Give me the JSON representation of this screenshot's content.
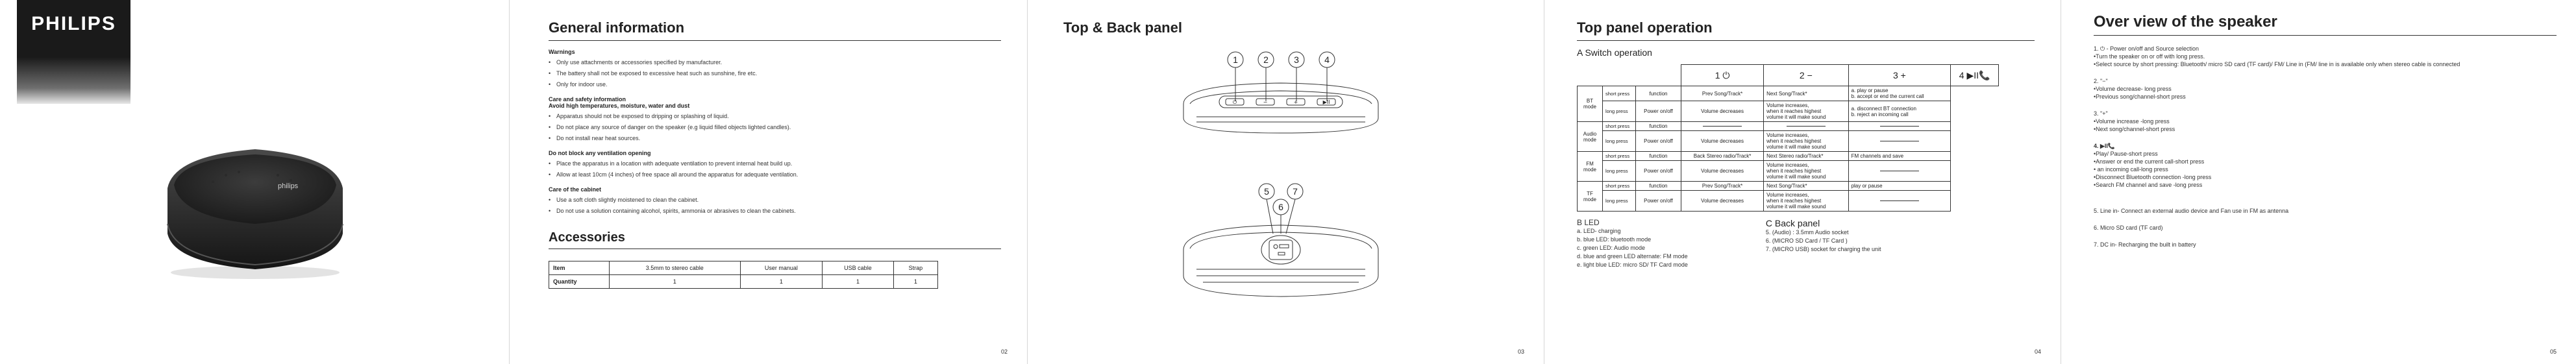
{
  "cover": {
    "brand": "PHILIPS",
    "emblem_text": "philips"
  },
  "p02": {
    "title": "General information",
    "sections": [
      {
        "heading": "Warnings",
        "items": [
          "Only use attachments or accessories specified by manufacturer.",
          "The battery shall not be exposed to excessive heat such as sunshine, fire etc.",
          "Only for indoor use."
        ]
      },
      {
        "heading": "Care and safety information\nAvoid high temperatures, moisture, water and dust",
        "items": [
          "Apparatus should not be exposed to dripping or splashing of liquid.",
          "Do not place any source of danger on the speaker (e.g liquid filled objects lighted candles).",
          "Do not install near heat sources."
        ]
      },
      {
        "heading": "Do not block any ventilation opening",
        "items": [
          "Place the apparatus in a location with adequate ventilation to prevent internal heat build up.",
          "Allow at least 10cm (4 inches) of free space all around the apparatus for adequate ventilation."
        ]
      },
      {
        "heading": "Care of the cabinet",
        "items": [
          "Use a soft cloth slightly moistened to clean the cabinet.",
          "Do not use a solution containing alcohol, spirits, ammonia or abrasives to clean the cabinets."
        ]
      }
    ],
    "accessories": {
      "title": "Accessories",
      "row_item_label": "Item",
      "row_qty_label": "Quantity",
      "items": [
        "3.5mm to stereo cable",
        "User manual",
        "USB cable",
        "Strap"
      ],
      "qty": [
        "1",
        "1",
        "1",
        "1"
      ]
    },
    "page_no": "02"
  },
  "p03": {
    "title": "Top & Back panel",
    "callouts_top": [
      "1",
      "2",
      "3",
      "4"
    ],
    "callouts_back": [
      "5",
      "6",
      "7"
    ],
    "page_no": "03"
  },
  "p04": {
    "title": "Top panel operation",
    "subtitle": "A  Switch operation",
    "headers": [
      "1 ⏻",
      "2 −",
      "3 +",
      "4 ▶II📞"
    ],
    "rows": [
      {
        "mode": "BT mode",
        "short": [
          "short press",
          "function",
          "Prev Song/Track*",
          "Next Song/Track*",
          "a. play or pause\nb. accept or end the current call"
        ],
        "long": [
          "long press",
          "Power on/off",
          "Volume decreases",
          "Volume increases,\nwhen it reaches highest\nvolume it will make sound",
          "a. disconnect BT connection\nb. reject an incoming call"
        ]
      },
      {
        "mode": "Audio mode",
        "short": [
          "short press",
          "function",
          "",
          "",
          ""
        ],
        "long": [
          "long press",
          "Power on/off",
          "Volume decreases",
          "Volume increases,\nwhen it reaches highest\nvolume it will make sound",
          ""
        ]
      },
      {
        "mode": "FM mode",
        "short": [
          "short press",
          "function",
          "Back Stereo radio/Track*",
          "Next Stereo radio/Track*",
          "FM channels and save"
        ],
        "long": [
          "long press",
          "Power on/off",
          "Volume decreases",
          "Volume increases,\nwhen it reaches highest\nvolume it will make sound",
          ""
        ]
      },
      {
        "mode": "TF mode",
        "short": [
          "short press",
          "function",
          "Prev Song/Track*",
          "Next Song/Track*",
          "play or pause"
        ],
        "long": [
          "long press",
          "Power on/off",
          "Volume decreases",
          "Volume increases,\nwhen it reaches highest\nvolume it will make sound",
          ""
        ]
      }
    ],
    "led": {
      "title": "B  LED",
      "lines": [
        "a.          LED- charging",
        "b. blue LED: bluetooth mode",
        "c. green LED: Audio mode",
        "d. blue and green LED alternate: FM mode",
        "e. light blue LED: micro SD/ TF Card mode"
      ]
    },
    "back": {
      "title": "C  Back panel",
      "lines": [
        "5. (Audio) : 3.5mm Audio socket",
        "6. (MICRO SD Card / TF Card )",
        "7. (MICRO USB) socket for charging the unit"
      ]
    },
    "page_no": "04"
  },
  "p05": {
    "title": "Over view of the speaker",
    "blocks": [
      {
        "head": "1. ⏻ - Power on/off and Source selection",
        "lines": [
          "•Turn the speaker on or off with long press.",
          "•Select source by short pressing: Bluetooth/ micro SD card (TF card)/ FM/ Line in (FM/ line in is available only when stereo cable is connected"
        ]
      },
      {
        "head": "2. \"−\"",
        "lines": [
          "•Volume decrease- long press",
          "•Previous song/channel-short press"
        ]
      },
      {
        "head": "3. \"+\"",
        "lines": [
          "•Volume increase -long press",
          "•Next song/channel-short press"
        ]
      },
      {
        "head": "4. ▶II📞",
        "lines": [
          "•Play/ Pause-short press",
          "•Answer or end the current call-short press",
          "•          an incoming call-long press",
          "•Disconnect Bluetooth connection -long press",
          "•Search FM channel and save -long press"
        ]
      },
      {
        "head": "",
        "lines": [
          "5. Line in- Connect an external audio device and Fan use in FM as antenna"
        ]
      },
      {
        "head": "",
        "lines": [
          "6. Micro SD card (TF card)"
        ]
      },
      {
        "head": "",
        "lines": [
          "7. DC in- Recharging the built in battery"
        ]
      }
    ],
    "page_no": "05"
  }
}
